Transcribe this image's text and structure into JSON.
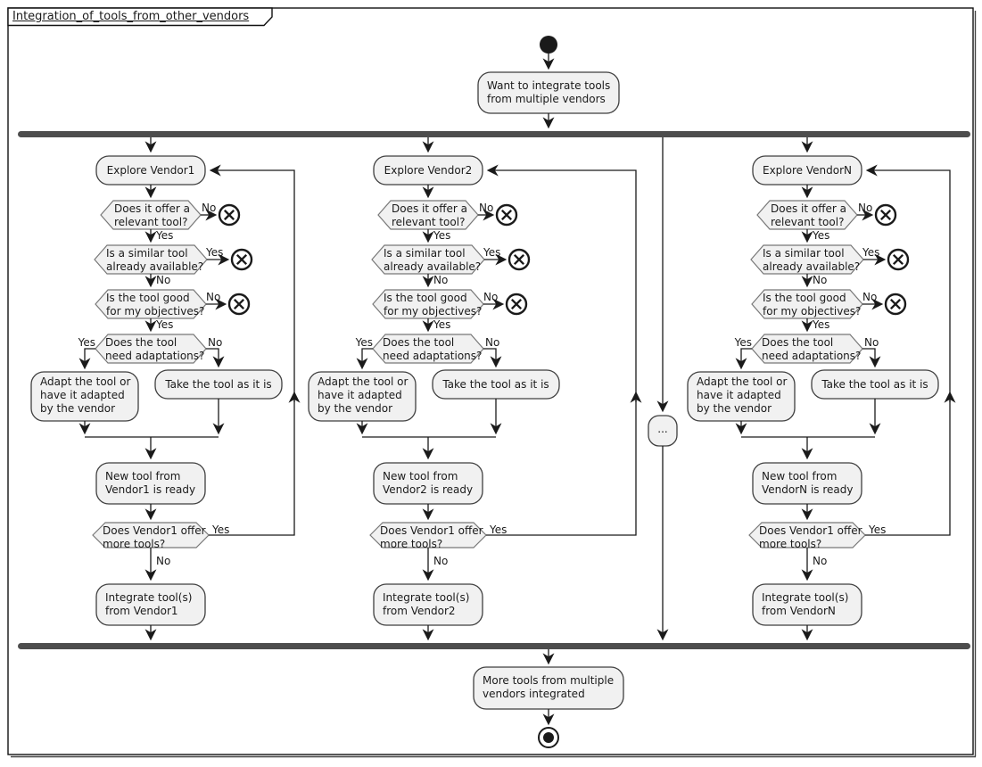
{
  "title": "Integration_of_tools_from_other_vendors",
  "start_activity": {
    "line1": "Want to integrate tools",
    "line2": "from multiple vendors"
  },
  "final_activity": {
    "line1": "More tools from multiple",
    "line2": "vendors integrated"
  },
  "ellipsis": "...",
  "labels": {
    "yes": "Yes",
    "no": "No"
  },
  "decisions": {
    "d1": [
      "Does it offer a",
      "relevant tool?"
    ],
    "d2": [
      "Is a similar tool",
      "already available?"
    ],
    "d3": [
      "Is the tool good",
      "for my objectives?"
    ],
    "d4": [
      "Does the tool",
      "need adaptations?"
    ],
    "d5": [
      "Does Vendor1 offer",
      "more tools?"
    ]
  },
  "actions": {
    "adapt": [
      "Adapt the tool or",
      "have it adapted",
      "by the vendor"
    ],
    "take": "Take the tool as it is"
  },
  "columns": [
    {
      "explore": "Explore Vendor1",
      "new_tool": [
        "New tool from",
        "Vendor1 is ready"
      ],
      "integrate": [
        "Integrate tool(s)",
        "from Vendor1"
      ]
    },
    {
      "explore": "Explore Vendor2",
      "new_tool": [
        "New tool from",
        "Vendor2 is ready"
      ],
      "integrate": [
        "Integrate tool(s)",
        "from Vendor2"
      ]
    },
    {
      "explore": "Explore VendorN",
      "new_tool": [
        "New tool from",
        "VendorN is ready"
      ],
      "integrate": [
        "Integrate tool(s)",
        "from VendorN"
      ]
    }
  ],
  "colors": {
    "node_fill": "#f1f1f1",
    "sync_bar": "#4d4d4d",
    "edge": "#1a1a1a",
    "background": "#ffffff"
  }
}
